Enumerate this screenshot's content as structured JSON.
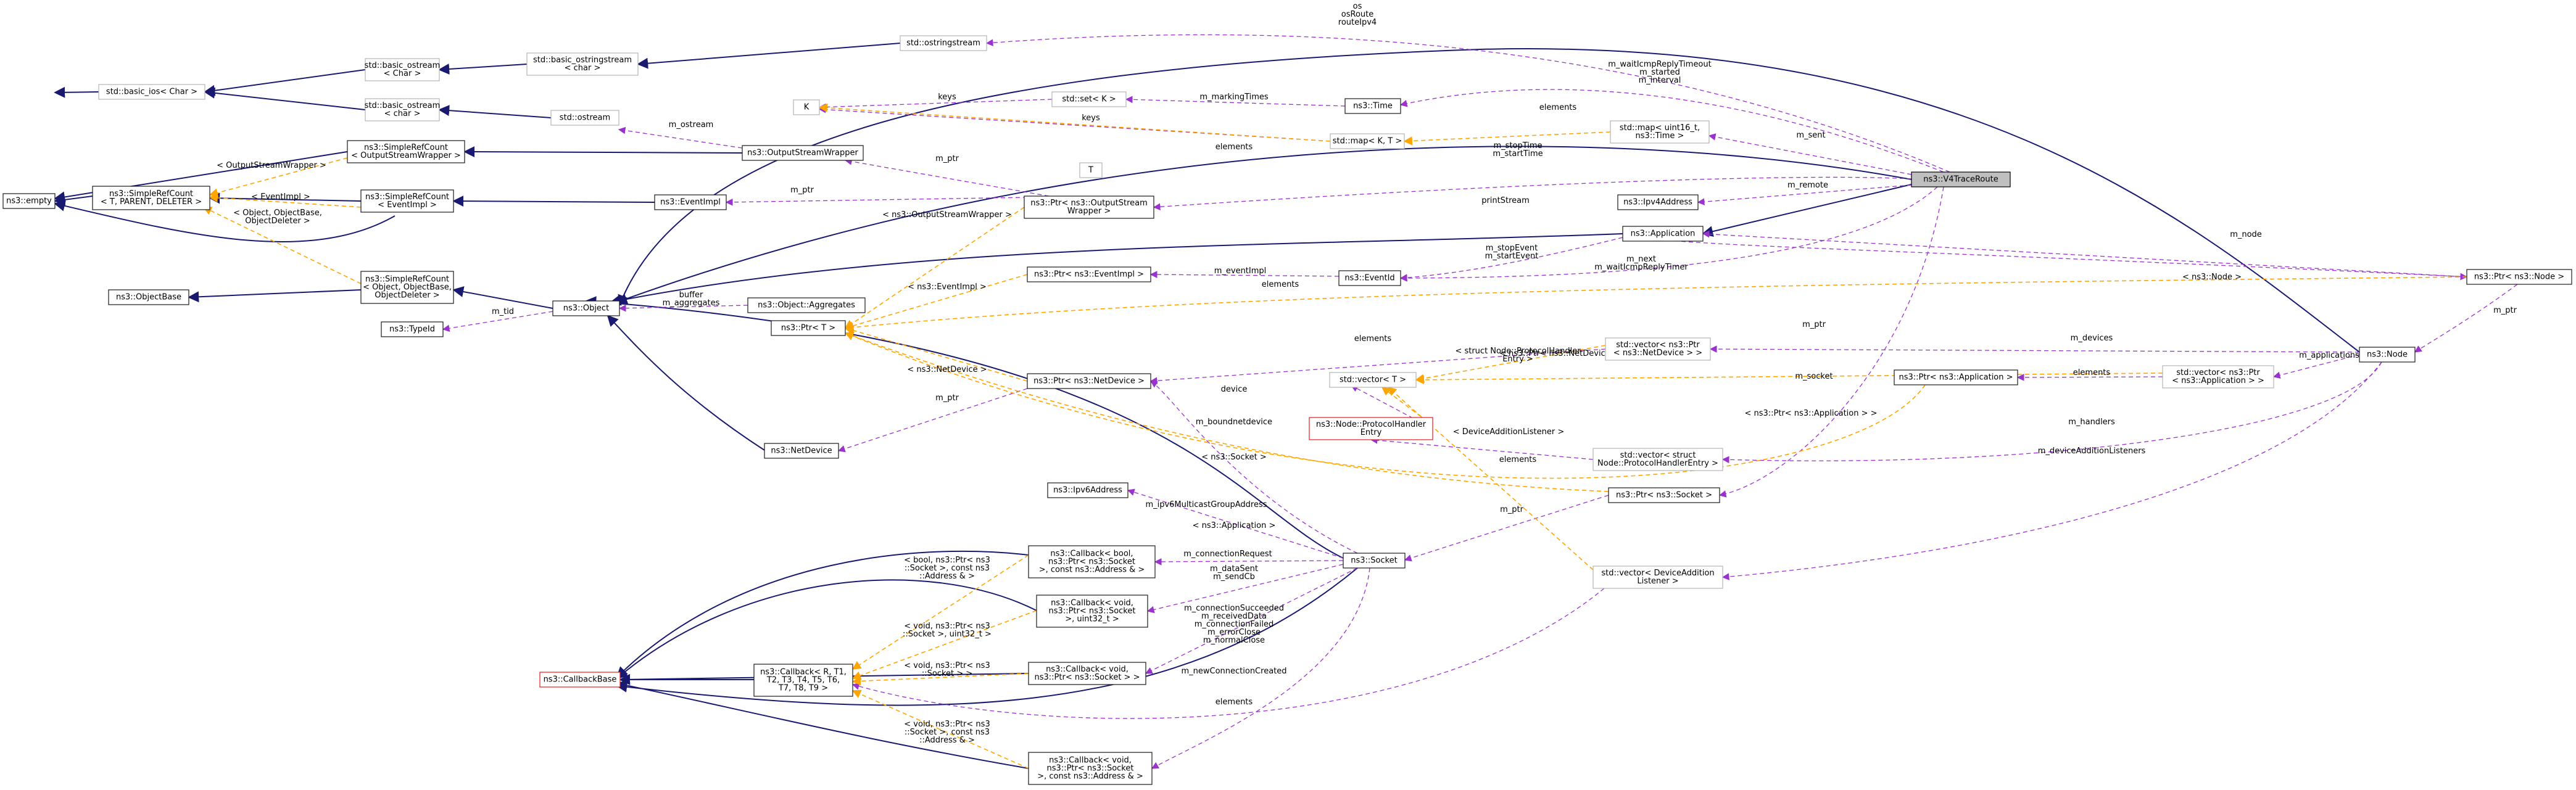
{
  "colors": {
    "inherit_edge": "#191970",
    "usage_edge": "#9a32cd",
    "template_edge": "#ffa500",
    "focus_fill": "#bfbfbf",
    "external_border": "#b3b3b3",
    "undocumented_border": "#e31a1c"
  },
  "nodes": {
    "empty": [
      "ns3::empty"
    ],
    "basic_ios": [
      "std::basic_ios< Char >"
    ],
    "basic_ostream1": [
      "std::basic_ostream",
      "< Char >"
    ],
    "basic_ostream2": [
      "std::basic_ostream",
      "< char >"
    ],
    "basic_ostringstream": [
      "std::basic_ostringstream",
      "< char >"
    ],
    "ostringstream": [
      "std::ostringstream"
    ],
    "ostream": [
      "std::ostream"
    ],
    "srefcount": [
      "ns3::SimpleRefCount",
      "< T, PARENT, DELETER >"
    ],
    "srefcount_osw": [
      "ns3::SimpleRefCount",
      "< OutputStreamWrapper >"
    ],
    "srefcount_ei": [
      "ns3::SimpleRefCount",
      "< EventImpl >"
    ],
    "srefcount_obj": [
      "ns3::SimpleRefCount",
      "< Object, ObjectBase,",
      "ObjectDeleter >"
    ],
    "objectbase": [
      "ns3::ObjectBase"
    ],
    "typeid": [
      "ns3::TypeId"
    ],
    "object": [
      "ns3::Object"
    ],
    "aggregates": [
      "ns3::Object::Aggregates"
    ],
    "osw": [
      "ns3::OutputStreamWrapper"
    ],
    "eventimpl": [
      "ns3::EventImpl"
    ],
    "ptr_osw": [
      "ns3::Ptr< ns3::OutputStream",
      "Wrapper >"
    ],
    "ptr_ei": [
      "ns3::Ptr< ns3::EventImpl >"
    ],
    "ptr_t": [
      "ns3::Ptr< T >"
    ],
    "ptr_nd": [
      "ns3::Ptr< ns3::NetDevice >"
    ],
    "netdevice": [
      "ns3::NetDevice"
    ],
    "ipv6address": [
      "ns3::Ipv6Address"
    ],
    "cb_bool": [
      "ns3::Callback< bool,",
      "ns3::Ptr< ns3::Socket",
      ">, const ns3::Address & >"
    ],
    "cb_void_u32": [
      "ns3::Callback< void,",
      "ns3::Ptr< ns3::Socket",
      ">, uint32_t >"
    ],
    "cb_void_s": [
      "ns3::Callback< void,",
      "ns3::Ptr< ns3::Socket > >"
    ],
    "cb_void_addr": [
      "ns3::Callback< void,",
      "ns3::Ptr< ns3::Socket",
      ">, const ns3::Address & >"
    ],
    "callbackbase": [
      "ns3::CallbackBase"
    ],
    "callback_t": [
      "ns3::Callback< R, T1,",
      "T2, T3, T4, T5, T6,",
      "T7, T8, T9 >"
    ],
    "k": [
      "K"
    ],
    "t": [
      "T"
    ],
    "set_k": [
      "std::set< K >"
    ],
    "map_kt": [
      "std::map< K, T >"
    ],
    "time": [
      "ns3::Time"
    ],
    "map_u16": [
      "std::map< uint16_t,",
      "ns3::Time >"
    ],
    "v4trace": [
      "ns3::V4TraceRoute"
    ],
    "ipv4address": [
      "ns3::Ipv4Address"
    ],
    "application": [
      "ns3::Application"
    ],
    "eventid": [
      "ns3::EventId"
    ],
    "vec_t": [
      "std::vector< T >"
    ],
    "vec_ptr_nd": [
      "std::vector< ns3::Ptr",
      "< ns3::NetDevice > >"
    ],
    "protocolhandler": [
      "ns3::Node::ProtocolHandler",
      "Entry"
    ],
    "vec_ph": [
      "std::vector< struct",
      "Node::ProtocolHandlerEntry >"
    ],
    "ptr_app": [
      "ns3::Ptr< ns3::Application >"
    ],
    "ptr_socket": [
      "ns3::Ptr< ns3::Socket >"
    ],
    "socket": [
      "ns3::Socket"
    ],
    "vec_dal": [
      "std::vector< DeviceAddition",
      "Listener >"
    ],
    "ptr_node": [
      "ns3::Ptr< ns3::Node >"
    ],
    "vec_ptr_app": [
      "std::vector< ns3::Ptr",
      "< ns3::Application > >"
    ],
    "node": [
      "ns3::Node"
    ]
  },
  "edge_labels": {
    "os": [
      "os",
      "osRoute",
      "routeIpv4"
    ],
    "keys1": [
      "keys"
    ],
    "keys2": [
      "keys"
    ],
    "marking": [
      "m_markingTimes"
    ],
    "elements_map": [
      "elements"
    ],
    "waitIcmp": [
      "m_waitIcmpReplyTimeout",
      "m_started",
      "m_interval"
    ],
    "elements_u16": [
      "elements"
    ],
    "stop": [
      "m_stopTime",
      "m_startTime"
    ],
    "m_sent": [
      "m_sent"
    ],
    "printstream": [
      "printStream"
    ],
    "m_remote": [
      "m_remote"
    ],
    "m_ostream": [
      "m_ostream"
    ],
    "m_ptr_osw": [
      "m_ptr"
    ],
    "osw_tpl": [
      "< OutputStreamWrapper >"
    ],
    "ei_tpl": [
      "< EventImpl >"
    ],
    "obj_tpl": [
      "< Object, ObjectBase,",
      "ObjectDeleter >"
    ],
    "m_ptr_ei": [
      "m_ptr"
    ],
    "osw_tpl2": [
      "< ns3::OutputStreamWrapper >"
    ],
    "buffer": [
      "buffer",
      "m_aggregates"
    ],
    "m_tid": [
      "m_tid"
    ],
    "stopEvent": [
      "m_stopEvent",
      "m_startEvent"
    ],
    "m_next": [
      "m_next",
      "m_waitIcmpReplyTimer"
    ],
    "m_eventImpl": [
      "m_eventImpl"
    ],
    "ei_tpl2": [
      "< ns3::EventImpl >"
    ],
    "elements_t": [
      "elements"
    ],
    "m_node": [
      "m_node"
    ],
    "node_tpl": [
      "< ns3::Node >"
    ],
    "m_ptr_node": [
      "m_ptr"
    ],
    "elements_nd": [
      "elements"
    ],
    "nd_tpl": [
      "< ns3::NetDevice >"
    ],
    "m_ptr_nd": [
      "m_ptr"
    ],
    "device": [
      "device"
    ],
    "ph_tpl": [
      "< struct Node::ProtocolHandler",
      "Entry >"
    ],
    "nd_tpl2": [
      "< ns3::Ptr< ns3::NetDevice > >"
    ],
    "m_ptr_app": [
      "m_ptr"
    ],
    "m_devices": [
      "m_devices"
    ],
    "m_applications": [
      "m_applications"
    ],
    "elements_app": [
      "elements"
    ],
    "app_tpl": [
      "< ns3::Ptr< ns3::Application > >"
    ],
    "m_boundnetdevice": [
      "m_boundnetdevice"
    ],
    "dal_tpl": [
      "< DeviceAdditionListener >"
    ],
    "elements_ph": [
      "elements"
    ],
    "m_handlers": [
      "m_handlers"
    ],
    "m_socket": [
      "m_socket"
    ],
    "socket_tpl": [
      "< ns3::Socket >"
    ],
    "m_deviceAdd": [
      "m_deviceAdditionListeners"
    ],
    "ipv6multi": [
      "m_ipv6MulticastGroupAddress"
    ],
    "m_ptr_socket": [
      "m_ptr"
    ],
    "app_tpl2": [
      "< ns3::Application >"
    ],
    "connreq": [
      "m_connectionRequest"
    ],
    "cb_tpl1": [
      "< bool, ns3::Ptr< ns3",
      "::Socket >, const ns3",
      "::Address & >"
    ],
    "datasent": [
      "m_dataSent",
      "m_sendCb"
    ],
    "cb_tpl2": [
      "< void, ns3::Ptr< ns3",
      "::Socket >, uint32_t >"
    ],
    "connsucc": [
      "m_connectionSucceeded",
      "m_receivedData",
      "m_connectionFailed",
      "m_errorClose",
      "m_normalClose"
    ],
    "cb_tpl3": [
      "< void, ns3::Ptr< ns3",
      "::Socket > >"
    ],
    "newconn": [
      "m_newConnectionCreated"
    ],
    "elements_dal": [
      "elements"
    ],
    "cb_tpl4": [
      "< void, ns3::Ptr< ns3",
      "::Socket >, const ns3",
      "::Address & >"
    ]
  }
}
